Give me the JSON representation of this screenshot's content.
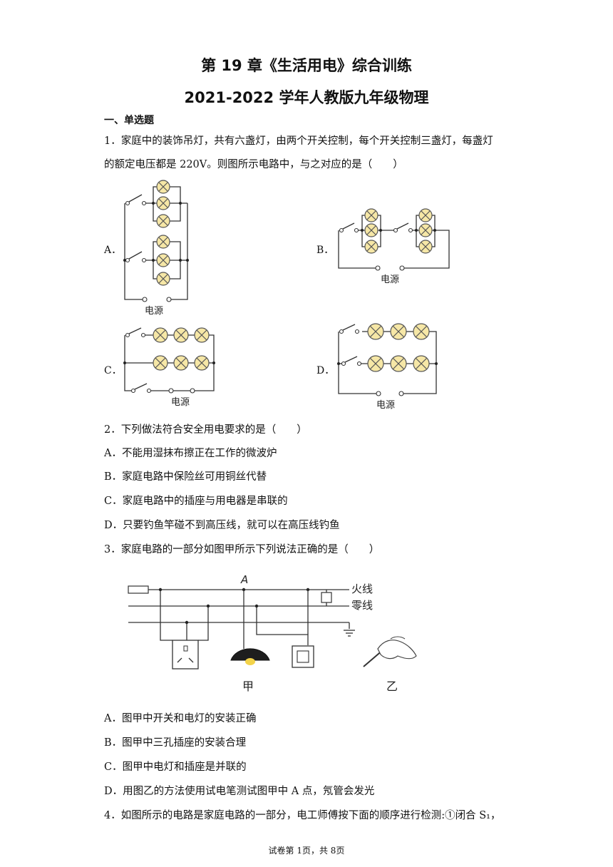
{
  "header": {
    "title_line1": "第 19 章《生活用电》综合训练",
    "title_line2": "2021-2022 学年人教版九年级物理"
  },
  "section1": {
    "heading": "一、单选题"
  },
  "q1": {
    "text_line1": "1．家庭中的装饰吊灯，共有六盏灯，由两个开关控制，每个开关控制三盏灯，每盏灯",
    "text_line2": "的额定电压都是 220V。则图所示电路中，与之对应的是（　　）",
    "options": {
      "A": "A．",
      "B": "B．",
      "C": "C．",
      "D": "D．"
    },
    "power_label": "电源"
  },
  "q2": {
    "text": "2．下列做法符合安全用电要求的是（　　）",
    "options": [
      "A．不能用湿抹布擦正在工作的微波炉",
      "B．家庭电路中保险丝可用铜丝代替",
      "C．家庭电路中的插座与用电器是串联的",
      "D．只要钓鱼竿碰不到高压线，就可以在高压线钓鱼"
    ]
  },
  "q3": {
    "text": "3．家庭电路的一部分如图甲所示下列说法正确的是（　　）",
    "figure": {
      "point_label": "A",
      "live_wire": "火线",
      "neutral_wire": "零线",
      "fig_jia": "甲",
      "fig_yi": "乙"
    },
    "options": [
      "A．图甲中开关和电灯的安装正确",
      "B．图甲中三孔插座的安装合理",
      "C．图甲中电灯和插座是并联的",
      "D．用图乙的方法使用试电笔测试图甲中 A 点，氖管会发光"
    ]
  },
  "q4": {
    "text": "4．如图所示的电路是家庭电路的一部分，电工师傅按下面的顺序进行检测:①闭合 S₁，"
  },
  "footer": {
    "page_info": "试卷第 1页，共 8页"
  }
}
